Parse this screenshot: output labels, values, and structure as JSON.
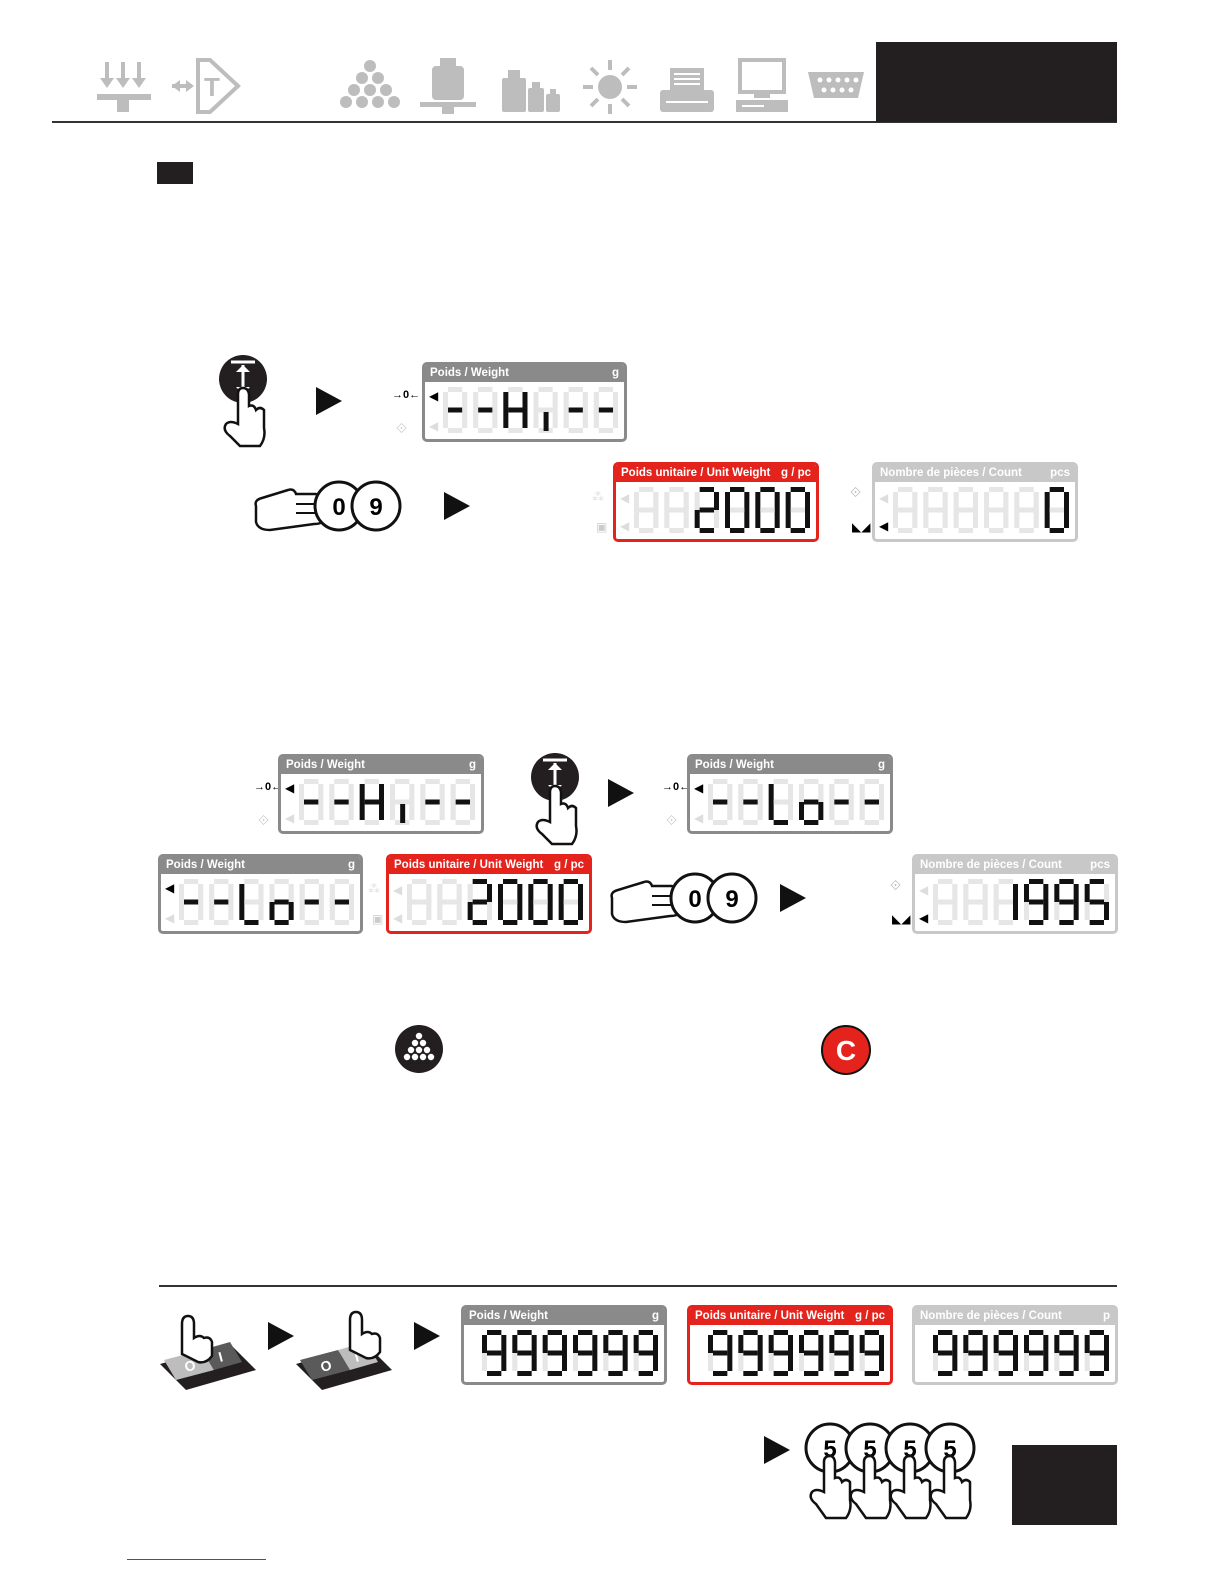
{
  "header": {
    "icons": [
      "zero-icon",
      "tare-icon",
      "count-icon",
      "weight-icon",
      "weights-icon",
      "backlight-icon",
      "printer-icon",
      "computer-icon",
      "serial-port-icon"
    ]
  },
  "labels": {
    "weight_title": "Poids / Weight",
    "weight_unit": "g",
    "unit_weight_title": "Poids unitaire / Unit Weight",
    "unit_weight_unit": "g / pc",
    "count_title": "Nombre de pièces / Count",
    "count_unit": "pcs",
    "count_unit_short": "p"
  },
  "keys": {
    "digit_0": "0",
    "digit_9": "9",
    "clear": "C",
    "digit_5": "5"
  },
  "section1": {
    "hi_display": "--Hi--",
    "unit_weight_value": "2000",
    "count_value": "0"
  },
  "section2": {
    "hi_display": "--Hi--",
    "lo_display": "--Lo--",
    "unit_weight_value": "2000",
    "count_value": "1995"
  },
  "section3": {
    "weight_value": "999999",
    "unit_weight_value": "999999",
    "count_value": "999999"
  }
}
